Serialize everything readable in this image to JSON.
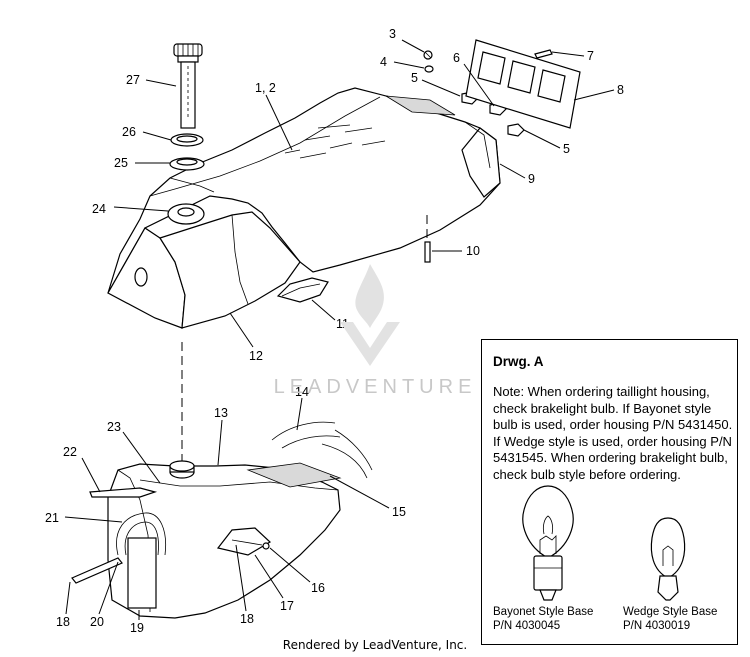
{
  "callouts": {
    "c1_2": "1, 2",
    "c3": "3",
    "c4": "4",
    "c5a": "5",
    "c5b": "5",
    "c6": "6",
    "c7": "7",
    "c8": "8",
    "c9": "9",
    "c10": "10",
    "c11": "11",
    "c12": "12",
    "c13": "13",
    "c14": "14",
    "c15": "15",
    "c16": "16",
    "c17": "17",
    "c18a": "18",
    "c18b": "18",
    "c19": "19",
    "c20": "20",
    "c21": "21",
    "c22": "22",
    "c23": "23",
    "c24": "24",
    "c25": "25",
    "c26": "26",
    "c27": "27"
  },
  "drawing_a": {
    "title": "Drwg. A",
    "note": "Note: When ordering taillight housing, check brakelight bulb.  If Bayonet style bulb is  used, order housing P/N 5431450.  If Wedge style is used, order housing P/N 5431545.  When ordering brakelight bulb, check bulb style before ordering.",
    "bayonet_label": "Bayonet Style Base",
    "bayonet_pn": "P/N 4030045",
    "wedge_label": "Wedge Style Base",
    "wedge_pn": "P/N 4030019"
  },
  "watermark": "LEADVENTURE",
  "footer": "Rendered by LeadVenture, Inc."
}
